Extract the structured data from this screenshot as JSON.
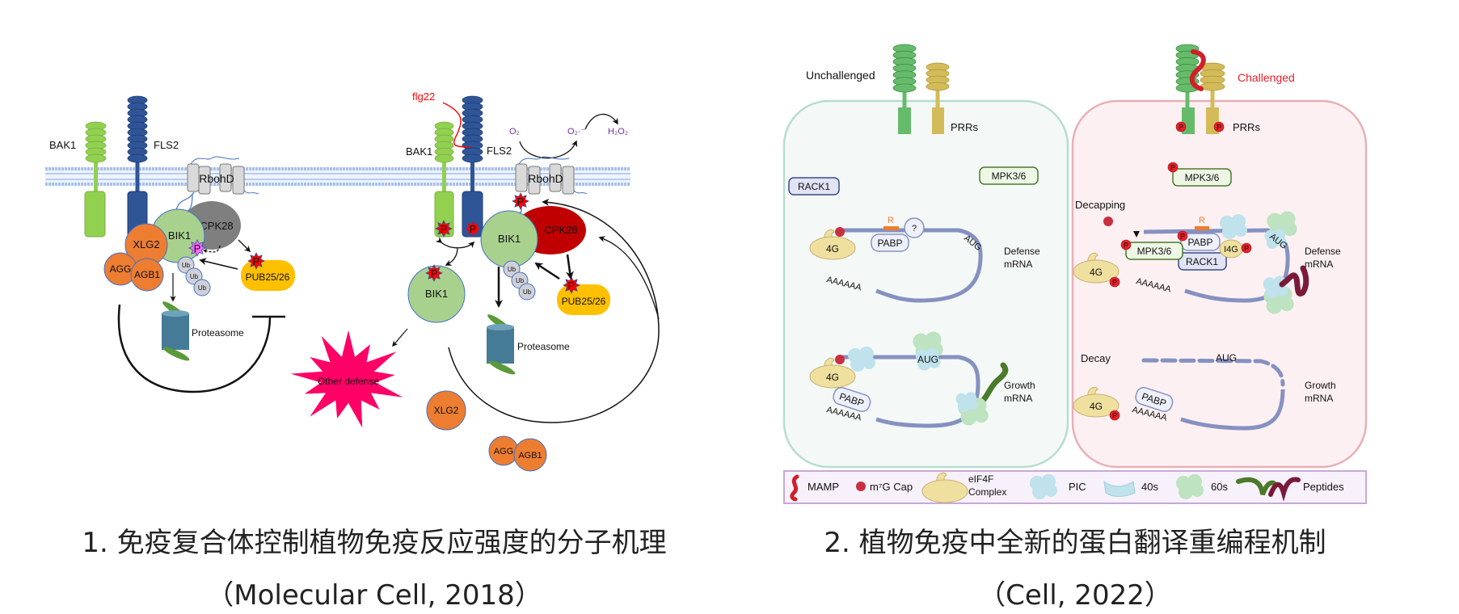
{
  "colors": {
    "bak1": "#92d050",
    "fls2": "#2f5597",
    "bik1": "#a9d18e",
    "cpk28_resting": "#7f7f7f",
    "cpk28_active": "#c00000",
    "heterotrimeric_g": "#ed7d31",
    "pub": "#ffc000",
    "phospho": "#ff0000",
    "proteasome": "#457b96",
    "flg22": "#ff0000",
    "ros": "#7030a0",
    "other_defense": "#ff0066",
    "unchallenged_cell": "#f4f9f7",
    "challenged_cell": "#fdf0f2",
    "mrna": "#8591c0",
    "challenged_text": "#e8202a"
  },
  "figure1": {
    "bak1": "BAK1",
    "fls2": "FLS2",
    "rbohd": "RbohD",
    "cpk28": "CPK28",
    "bik1": "BIK1",
    "xlg2": "XLG2",
    "agg": "AGG",
    "agb1": "AGB1",
    "p": "P",
    "ub": "Ub",
    "pub": "PUB25/26",
    "proteasome": "Proteasome",
    "flg22": "flg22",
    "o2": "O₂",
    "o2_radical": "O₂·⁻",
    "h2o2": "H₂O₂",
    "other_defense": "Other defense"
  },
  "figure2": {
    "unchallenged": "Unchallenged",
    "challenged": "Challenged",
    "prrs": "PRRs",
    "rack1": "RACK1",
    "mpk": "MPK3/6",
    "r": "R",
    "question": "?",
    "pabp": "PABP",
    "aug": "AUG",
    "polya": "AAAAAA",
    "eif4g": "4G",
    "i4g": "I4G",
    "p": "P",
    "defense": "Defense",
    "growth": "Growth",
    "mrna": "mRNA",
    "decapping": "Decapping",
    "decay": "Decay",
    "legend": {
      "mamp": "MAMP",
      "cap": "m⁷G Cap",
      "eif4f_1": "eIF4F",
      "eif4f_2": "Complex",
      "pic": "PIC",
      "s40": "40s",
      "s60": "60s",
      "peptides": "Peptides"
    }
  },
  "captions": {
    "caption1": "1. 免疫复合体控制植物免疫反应强度的分子机理",
    "source1": "（Molecular Cell, 2018）",
    "caption2": "2. 植物免疫中全新的蛋白翻译重编程机制",
    "source2": "（Cell, 2022）"
  }
}
